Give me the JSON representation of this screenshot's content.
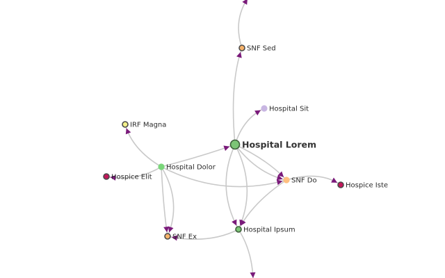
{
  "graph": {
    "nodes": [
      {
        "id": "hospital-lorem",
        "label": "Hospital Lorem",
        "fill": "#7cc576",
        "stroke": "#3d5e3a",
        "main": true
      },
      {
        "id": "hospital-sit",
        "label": "Hospital Sit",
        "fill": "#c8b6e2",
        "stroke": "#c8b6e2"
      },
      {
        "id": "snf-sed",
        "label": "SNF Sed",
        "fill": "#f7b36b",
        "stroke": "#4a4a4a"
      },
      {
        "id": "irf-magna",
        "label": "IRF Magna",
        "fill": "#f3f08a",
        "stroke": "#4a4a4a"
      },
      {
        "id": "hospital-dolor",
        "label": "Hospital Dolor",
        "fill": "#7ad67a",
        "stroke": "#7ad67a"
      },
      {
        "id": "hospice-elit",
        "label": "Hospice Elit",
        "fill": "#c2185b",
        "stroke": "#4a4a4a"
      },
      {
        "id": "snf-do",
        "label": "SNF Do",
        "fill": "#ffbf80",
        "stroke": "#ffbf80"
      },
      {
        "id": "hospice-iste",
        "label": "Hospice Iste",
        "fill": "#c2185b",
        "stroke": "#4a4a4a"
      },
      {
        "id": "hospital-ipsum",
        "label": "Hospital Ipsum",
        "fill": "#7cc576",
        "stroke": "#3d5e3a"
      },
      {
        "id": "snf-ex",
        "label": "SNF Ex",
        "fill": "#f7b36b",
        "stroke": "#4a4a4a"
      }
    ],
    "edge_color": "#c9c9c9",
    "arrow_color": "#7a1a7a"
  }
}
